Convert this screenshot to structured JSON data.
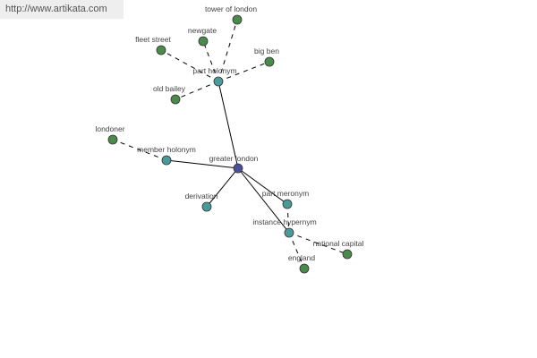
{
  "header": {
    "url": "http://www.artikata.com"
  },
  "colors": {
    "center_node": "#4a4f96",
    "relation_node": "#4a9a9a",
    "word_node": "#4a8a4a",
    "node_outline": "#333333",
    "edge": "#000000",
    "label": "#444444"
  },
  "graph": {
    "center": {
      "label": "greater london"
    },
    "relations": {
      "part_holonym": {
        "label": "part holonym"
      },
      "member_holonym": {
        "label": "member holonym"
      },
      "derivation": {
        "label": "derivation"
      },
      "part_meronym": {
        "label": "part meronym"
      },
      "instance_hypernym": {
        "label": "instance hypernym"
      }
    },
    "words": {
      "tower_of_london": {
        "label": "tower of london"
      },
      "newgate": {
        "label": "newgate"
      },
      "fleet_street": {
        "label": "fleet street"
      },
      "big_ben": {
        "label": "big ben"
      },
      "old_bailey": {
        "label": "old bailey"
      },
      "londoner": {
        "label": "londoner"
      },
      "national_capital": {
        "label": "national capital"
      },
      "england": {
        "label": "england"
      }
    }
  }
}
